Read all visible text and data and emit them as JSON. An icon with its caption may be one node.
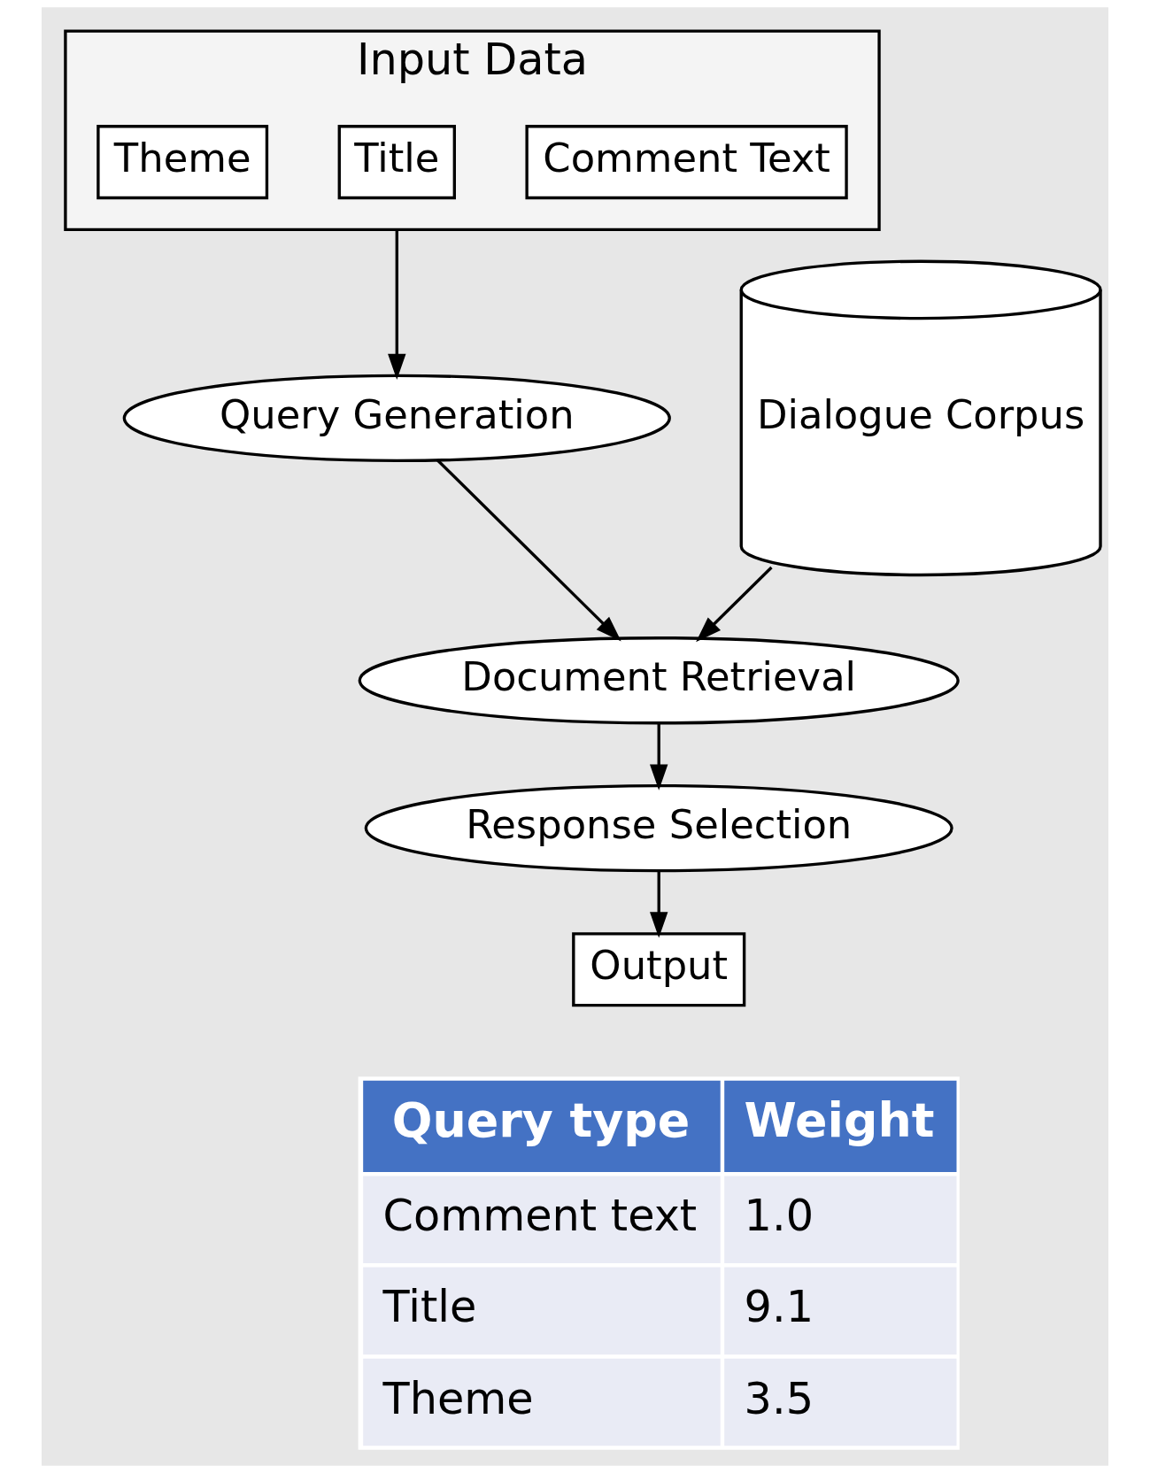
{
  "diagram": {
    "nodes": [
      {
        "text": [
          "Input Data"
        ]
      },
      {
        "text": [
          "Comment Text"
        ],
        "in": 0
      },
      {
        "text": [
          "Title"
        ],
        "in": 0
      },
      {
        "text": [
          "Theme"
        ],
        "in": 0
      },
      {
        "text": [
          "Query Generation"
        ]
      },
      {
        "text": [
          "Dialogue Corpus"
        ]
      },
      {
        "text": [
          "Document Retrieval"
        ]
      },
      {
        "text": [
          "Response Selection"
        ]
      },
      {
        "text": [
          "Output"
        ]
      }
    ],
    "edges": [
      {
        "from": 0,
        "to": 4,
        "arrow": "to"
      },
      {
        "from": 4,
        "to": 6,
        "arrow": "to"
      },
      {
        "from": 5,
        "to": 6,
        "arrow": "to"
      },
      {
        "from": 6,
        "to": 7,
        "arrow": "to"
      },
      {
        "from": 7,
        "to": 8,
        "arrow": "to"
      }
    ],
    "labels": [
      "Query type",
      "Weight",
      "Comment text",
      "1.0",
      "Title",
      "9.1",
      "Theme",
      "3.5"
    ]
  }
}
